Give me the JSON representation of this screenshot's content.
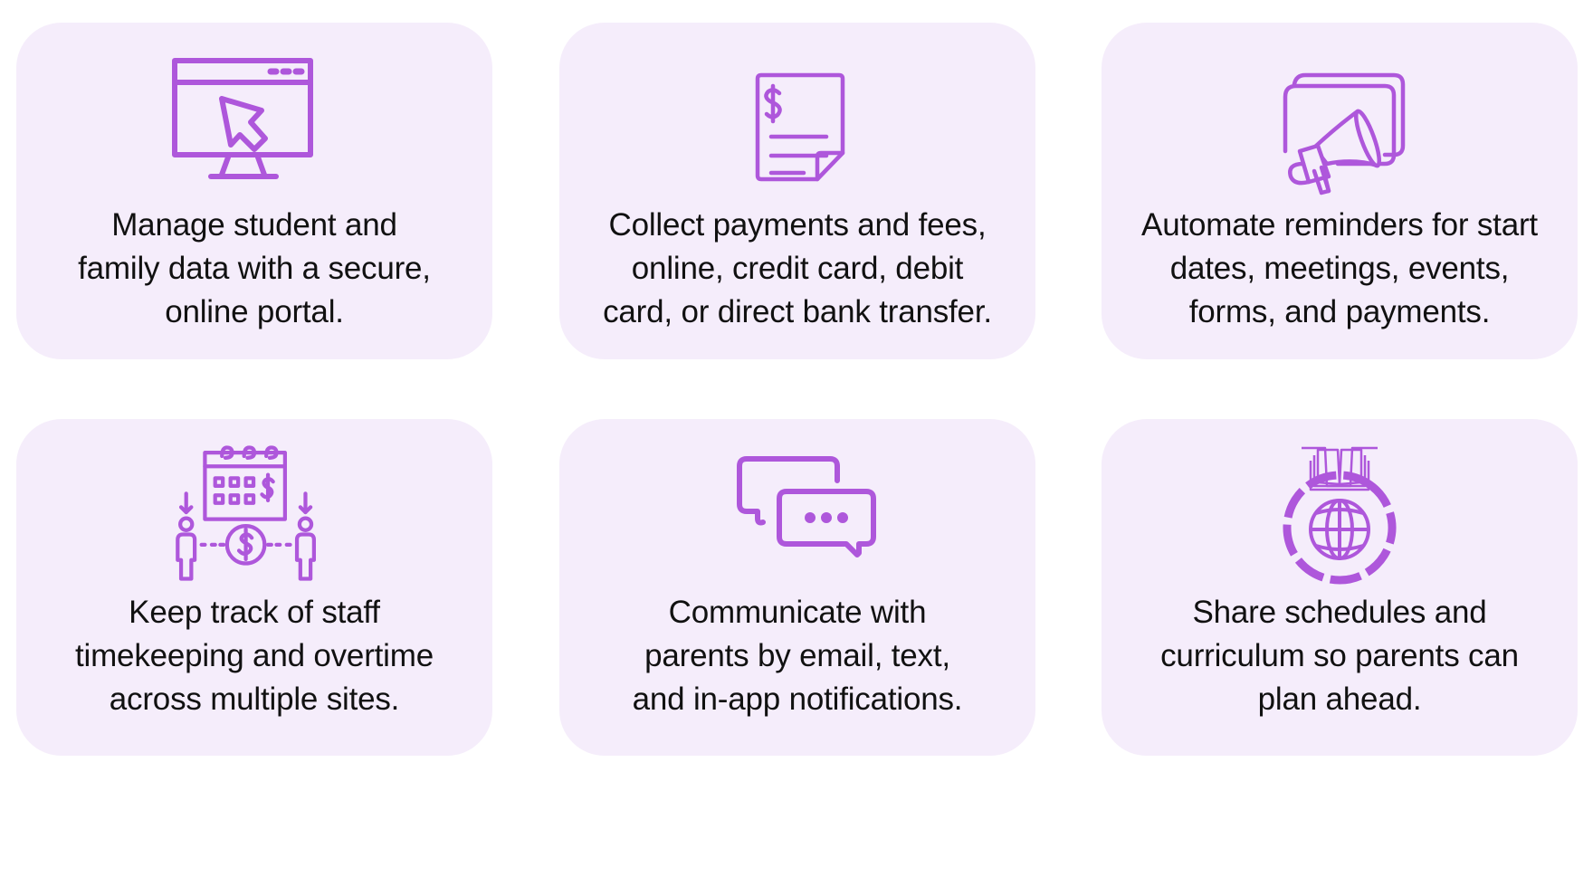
{
  "colors": {
    "card_background": "#F5EDFB",
    "icon_accent": "#AE57DB",
    "text": "#111111",
    "page_background": "#FFFFFF"
  },
  "features": [
    {
      "icon": "monitor-cursor-icon",
      "lines": [
        "Manage student and",
        "family data with a secure,",
        "online portal."
      ]
    },
    {
      "icon": "invoice-dollar-icon",
      "lines": [
        "Collect payments and fees,",
        "online, credit card, debit",
        "card, or direct bank transfer."
      ]
    },
    {
      "icon": "megaphone-icon",
      "lines": [
        "Automate reminders for start",
        "dates, meetings, events,",
        "forms, and payments."
      ]
    },
    {
      "icon": "calendar-payroll-staff-icon",
      "lines": [
        "Keep track of staff",
        "timekeeping and overtime",
        "across multiple sites."
      ]
    },
    {
      "icon": "chat-bubbles-icon",
      "lines": [
        "Communicate with",
        "parents by email, text,",
        "and in-app notifications."
      ]
    },
    {
      "icon": "book-globe-icon",
      "lines": [
        "Share schedules and",
        "curriculum so parents can",
        "plan ahead."
      ]
    }
  ]
}
